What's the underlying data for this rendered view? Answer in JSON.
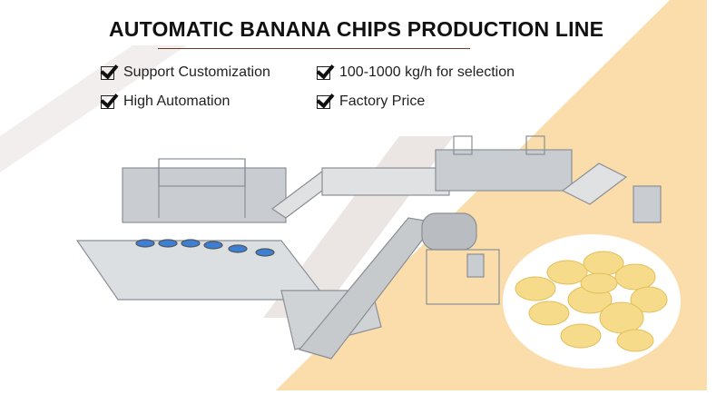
{
  "banner": {
    "title": "AUTOMATIC BANANA CHIPS PRODUCTION LINE",
    "features": [
      {
        "label": "Support Customization",
        "icon": "checkbox-checked-icon"
      },
      {
        "label": "100-1000 kg/h for selection",
        "icon": "checkbox-checked-icon"
      },
      {
        "label": "High Automation",
        "icon": "checkbox-checked-icon"
      },
      {
        "label": "Factory Price",
        "icon": "checkbox-checked-icon"
      }
    ],
    "colors": {
      "accent_background": "#fbddab",
      "band": "#ece7e5",
      "rule": "#6b3a22",
      "chips": "#f6dc8a"
    }
  }
}
